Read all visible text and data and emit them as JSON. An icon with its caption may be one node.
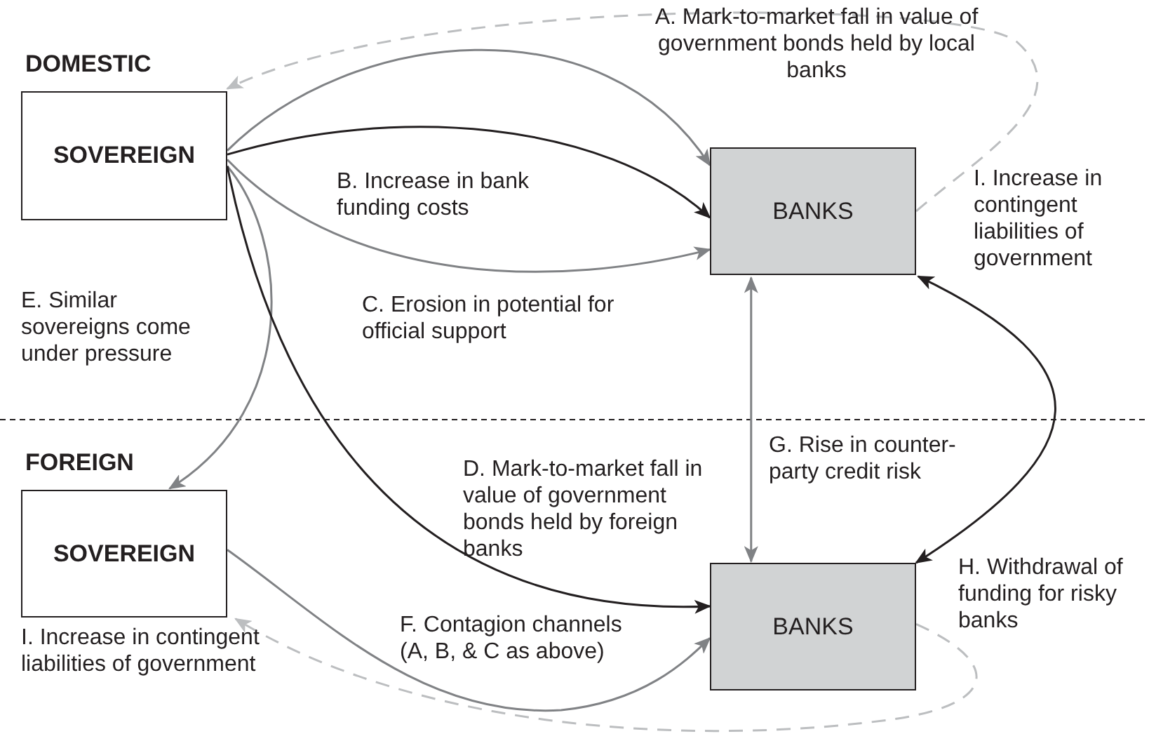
{
  "diagram": {
    "nodes": [
      {
        "text": [
          "DOMESTIC",
          "SOVEREIGN"
        ]
      },
      {
        "text": [
          "BANKS"
        ]
      },
      {
        "text": [
          "FOREIGN",
          "SOVEREIGN"
        ]
      },
      {
        "text": [
          "BANKS"
        ]
      }
    ],
    "edges": [
      {
        "from": 0,
        "to": 1,
        "arrow": "to",
        "label": "A. Mark-to-market fall in value of government bonds held by local banks"
      },
      {
        "from": 0,
        "to": 1,
        "arrow": "to",
        "label": "B. Increase in bank funding costs",
        "color": "#231f20"
      },
      {
        "from": 0,
        "to": 1,
        "arrow": "to",
        "label": "C. Erosion in potential for official support"
      },
      {
        "from": 1,
        "to": 0,
        "arrow": "to",
        "label": "I. Increase in contingent liabilities of government",
        "style": "dashed",
        "color": "#bcbec0"
      },
      {
        "from": 0,
        "to": 2,
        "arrow": "to",
        "label": "E. Similar sovereigns come under pressure"
      },
      {
        "from": 0,
        "to": 3,
        "arrow": "to",
        "label": "D. Mark-to-market fall in value of government bonds held by foreign banks",
        "color": "#231f20"
      },
      {
        "from": 1,
        "to": 3,
        "arrow": "both",
        "label": "G. Rise in counter-party credit risk"
      },
      {
        "from": 3,
        "to": 1,
        "arrow": "both",
        "label": "H. Withdrawal of funding for risky banks",
        "color": "#231f20"
      },
      {
        "from": 2,
        "to": 3,
        "arrow": "to",
        "label": "F. Contagion channels (A, B, & C as above)"
      },
      {
        "from": 3,
        "to": 2,
        "arrow": "to",
        "label": "I. Increase in contingent liabilities of government",
        "style": "dashed",
        "color": "#bcbec0"
      }
    ]
  }
}
